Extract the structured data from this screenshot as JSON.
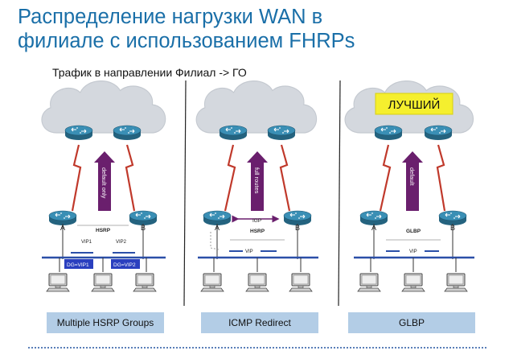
{
  "title": {
    "line1": "Распределение нагрузки WAN в",
    "line2": "филиале с использованием FHRPs"
  },
  "subtitle": "Трафик в направлении Филиал -> ГО",
  "colors": {
    "title": "#1a6fa8",
    "router": "#2f7fa4",
    "cloud": "#d4d8de",
    "wan_link": "#c0392b",
    "arrow": "#6a1f6d",
    "lan_bar": "#2b4fa8",
    "dg_box": "#2a3fbf",
    "best_box": "#f5ef2e",
    "label_box": "#b3cde6"
  },
  "panels": [
    {
      "router_a": "A",
      "router_b": "B",
      "arrow_text": "default only",
      "protocol": "HSRP",
      "vip_left": "VIP1",
      "vip_right": "VIP2",
      "dg_left": "DG=VIP1",
      "dg_right": "DG=VIP2",
      "label": "Multiple HSRP Groups"
    },
    {
      "router_a": "A",
      "router_b": "B",
      "arrow_text": "full routes",
      "igp": "IGP",
      "protocol": "HSRP",
      "vip": "VIP",
      "label": "ICMP Redirect"
    },
    {
      "router_a": "A",
      "router_b": "B",
      "best": "ЛУЧШИЙ",
      "arrow_text": "default",
      "protocol": "GLBP",
      "vip": "VIP",
      "label": "GLBP"
    }
  ]
}
